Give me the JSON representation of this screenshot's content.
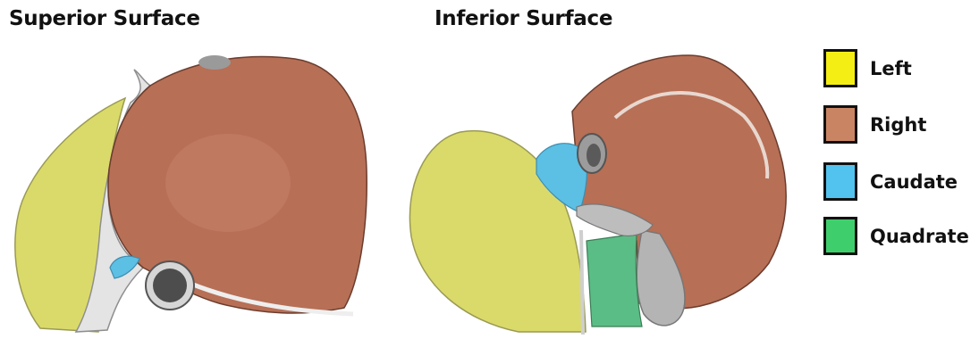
{
  "titles": {
    "superior": "Superior Surface",
    "inferior": "Inferior Surface"
  },
  "legend": [
    {
      "label": "Left",
      "color": "#f4ee14"
    },
    {
      "label": "Right",
      "color": "#c98563"
    },
    {
      "label": "Caudate",
      "color": "#52c3ee"
    },
    {
      "label": "Quadrate",
      "color": "#3ecf6c"
    }
  ],
  "colors": {
    "left_lobe": "#dada6a",
    "right_lobe": "#b76f56",
    "caudate_lobe": "#5cbfe4",
    "quadrate_lobe": "#5bbd86",
    "ligament": "#dcdcdc",
    "vessel": "#8a8a8a"
  }
}
